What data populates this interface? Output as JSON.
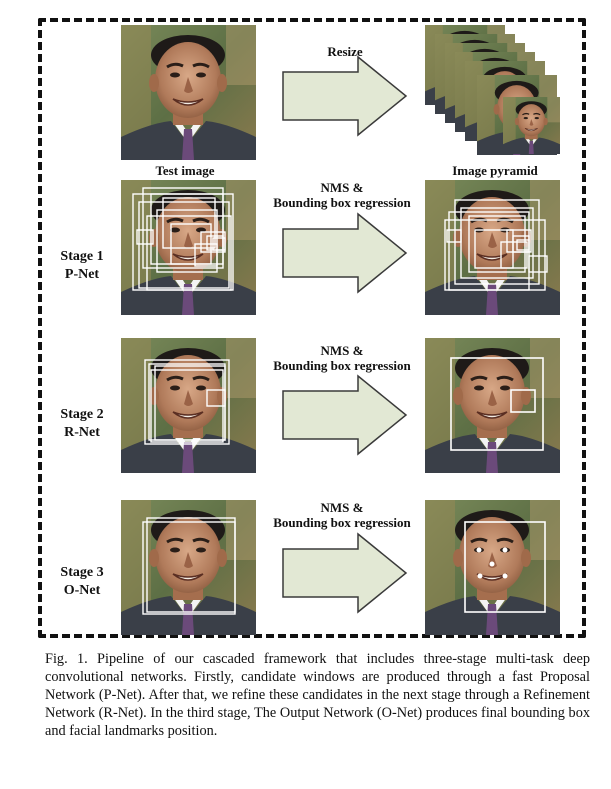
{
  "figure": {
    "top": {
      "arrow_label": "Resize",
      "left_caption": "Test image",
      "right_caption": "Image pyramid"
    },
    "stages": [
      {
        "label_line1": "Stage 1",
        "label_line2": "P-Net",
        "arrow_line1": "NMS &",
        "arrow_line2": "Bounding box regression"
      },
      {
        "label_line1": "Stage 2",
        "label_line2": "R-Net",
        "arrow_line1": "NMS &",
        "arrow_line2": "Bounding box regression"
      },
      {
        "label_line1": "Stage 3",
        "label_line2": "O-Net",
        "arrow_line1": "NMS &",
        "arrow_line2": "Bounding box regression"
      }
    ]
  },
  "colors": {
    "arrow_fill": "#e2e8d4",
    "arrow_stroke": "#3a3a3a",
    "box_stroke": "#ffffff",
    "frame": "#111111"
  },
  "caption": "Fig. 1.  Pipeline of our cascaded framework that includes three-stage multi-task deep convolutional networks. Firstly, candidate windows are produced through a fast Proposal Network (P-Net). After that, we refine these candidates in the next stage through a Refinement Network (R-Net). In the third stage, The Output Network (O-Net) produces final bounding box and facial landmarks position."
}
